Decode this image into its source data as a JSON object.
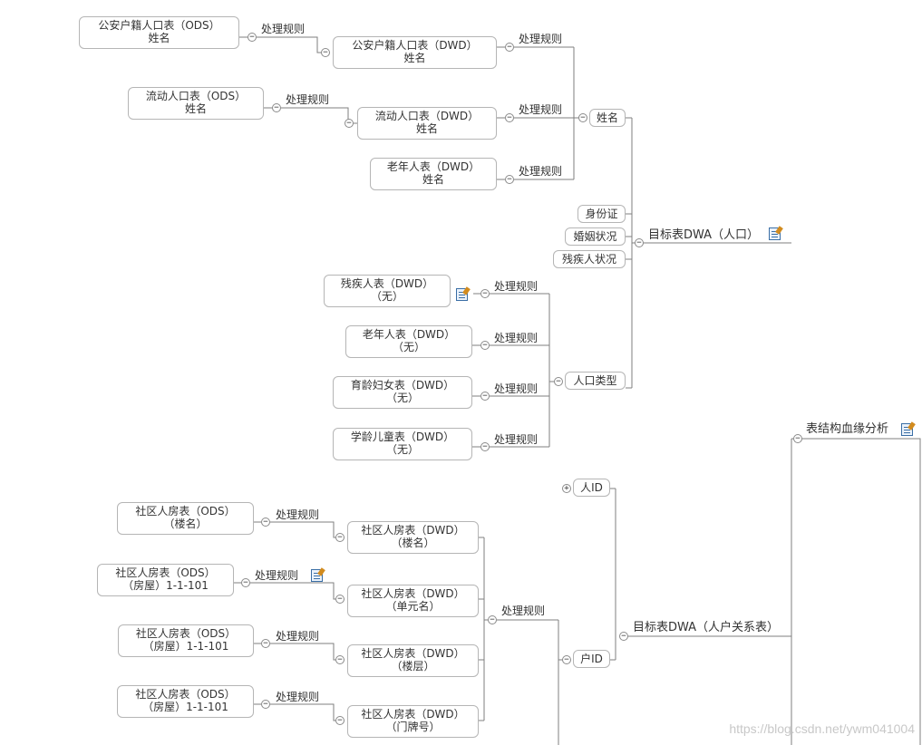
{
  "root": {
    "label": "表结构血缘分析",
    "toggle": "−"
  },
  "targets": {
    "person": {
      "label": "目标表DWA（人口）",
      "toggle": "−"
    },
    "household": {
      "label": "目标表DWA（人户关系表）",
      "toggle": "−"
    }
  },
  "person_fields": {
    "name": {
      "label": "姓名",
      "toggle": "−"
    },
    "id_card": {
      "label": "身份证"
    },
    "marital": {
      "label": "婚姻状况"
    },
    "disability": {
      "label": "残疾人状况"
    },
    "person_type": {
      "label": "人口类型",
      "toggle": "−"
    }
  },
  "household_fields": {
    "person_id": {
      "label": "人ID",
      "toggle": "+"
    },
    "household_id": {
      "label": "户ID",
      "toggle": "−"
    }
  },
  "rule_label": "处理规则",
  "name_branch": {
    "dwd": [
      {
        "line1": "公安户籍人口表（DWD）",
        "line2": "姓名"
      },
      {
        "line1": "流动人口表（DWD）",
        "line2": "姓名"
      },
      {
        "line1": "老年人表（DWD）",
        "line2": "姓名"
      }
    ],
    "ods": [
      {
        "line1": "公安户籍人口表（ODS）",
        "line2": "姓名"
      },
      {
        "line1": "流动人口表（ODS）",
        "line2": "姓名"
      }
    ]
  },
  "type_branch": [
    {
      "line1": "残疾人表（DWD）",
      "line2": "（无）"
    },
    {
      "line1": "老年人表（DWD）",
      "line2": "（无）"
    },
    {
      "line1": "育龄妇女表（DWD）",
      "line2": "（无）"
    },
    {
      "line1": "学龄儿童表（DWD）",
      "line2": "（无）"
    }
  ],
  "household_branch": {
    "dwd": [
      {
        "line1": "社区人房表（DWD）",
        "line2": "（楼名）"
      },
      {
        "line1": "社区人房表（DWD）",
        "line2": "（单元名）"
      },
      {
        "line1": "社区人房表（DWD）",
        "line2": "（楼层）"
      },
      {
        "line1": "社区人房表（DWD）",
        "line2": "（门牌号）"
      }
    ],
    "ods": [
      {
        "line1": "社区人房表（ODS）",
        "line2": "（楼名）"
      },
      {
        "line1": "社区人房表（ODS）",
        "line2": "（房屋）1-1-101"
      },
      {
        "line1": "社区人房表（ODS）",
        "line2": "（房屋）1-1-101"
      },
      {
        "line1": "社区人房表（ODS）",
        "line2": "（房屋）1-1-101"
      }
    ]
  },
  "icons": {
    "note": "note-icon",
    "expand": "plus-icon",
    "collapse": "minus-icon"
  },
  "colors": {
    "line": "#7f7f7f",
    "border": "#b5b5b5",
    "note_blue": "#3a6ea5",
    "note_orange": "#d28b1e"
  },
  "watermark": "https://blog.csdn.net/ywm041004"
}
